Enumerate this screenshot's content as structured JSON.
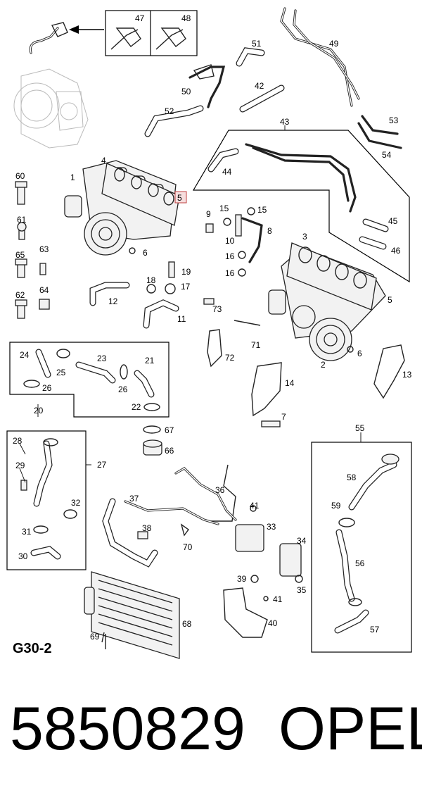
{
  "diagram": {
    "code": "G30-2",
    "part_number": "5850829",
    "brand": "OPEL",
    "highlighted_callout": "5",
    "callouts": {
      "c1": "1",
      "c2": "2",
      "c3": "3",
      "c4": "4",
      "c5a": "5",
      "c5b": "5",
      "c6a": "6",
      "c6b": "6",
      "c7": "7",
      "c8": "8",
      "c9": "9",
      "c10": "10",
      "c11": "11",
      "c12": "12",
      "c13": "13",
      "c14": "14",
      "c15a": "15",
      "c15b": "15",
      "c16a": "16",
      "c16b": "16",
      "c17": "17",
      "c18": "18",
      "c19": "19",
      "c20": "20",
      "c21": "21",
      "c22": "22",
      "c23": "23",
      "c24": "24",
      "c25": "25",
      "c26a": "26",
      "c26b": "26",
      "c27": "27",
      "c28": "28",
      "c29": "29",
      "c30": "30",
      "c31": "31",
      "c32": "32",
      "c33": "33",
      "c34": "34",
      "c35": "35",
      "c36": "36",
      "c37": "37",
      "c38": "38",
      "c39": "39",
      "c40": "40",
      "c41a": "41",
      "c41b": "41",
      "c42": "42",
      "c43": "43",
      "c44": "44",
      "c45": "45",
      "c46": "46",
      "c47": "47",
      "c48": "48",
      "c49": "49",
      "c50": "50",
      "c51": "51",
      "c52": "52",
      "c53": "53",
      "c54": "54",
      "c55": "55",
      "c56": "56",
      "c57": "57",
      "c58": "58",
      "c59": "59",
      "c60": "60",
      "c61": "61",
      "c62": "62",
      "c63": "63",
      "c64": "64",
      "c65": "65",
      "c66": "66",
      "c67": "67",
      "c68": "68",
      "c69": "69",
      "c70": "70",
      "c71": "71",
      "c72": "72",
      "c73": "73"
    }
  }
}
